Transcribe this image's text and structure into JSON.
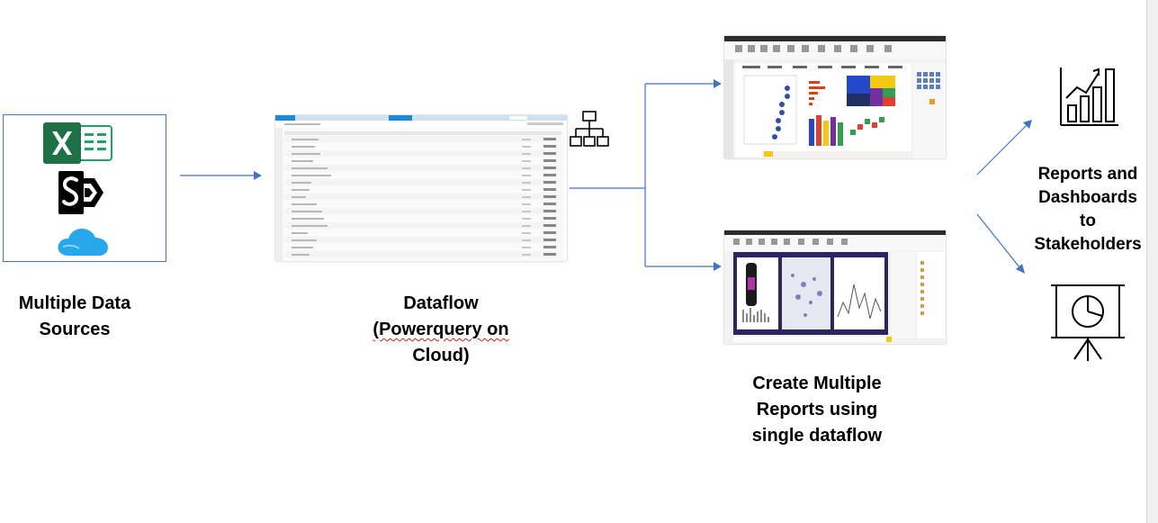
{
  "labels": {
    "sources": [
      "Multiple Data",
      "Sources"
    ],
    "dataflow": [
      "Dataflow",
      "(Powerquery on",
      "Cloud)"
    ],
    "reports": [
      "Create Multiple",
      "Reports using",
      "single dataflow"
    ],
    "stakeholders": [
      "Reports and",
      "Dashboards",
      "to",
      "Stakeholders"
    ]
  },
  "colors": {
    "connector": "#4472c4",
    "source_box_border": "#4472c4",
    "excel": "#1e7145",
    "sharepoint": "#036c70",
    "onedrive": "#28a8ea",
    "powerbi_dark": "#2b2660",
    "powerbi_yellow": "#f2c811"
  },
  "icons": [
    "excel-icon",
    "sharepoint-icon",
    "onedrive-icon",
    "hierarchy-icon",
    "bar-chart-growth-icon",
    "presentation-pie-icon"
  ]
}
